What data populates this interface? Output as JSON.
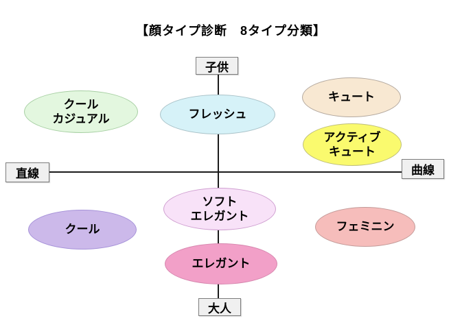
{
  "title": "【顔タイプ診断　8タイプ分類】",
  "axes": {
    "top": {
      "label": "子供"
    },
    "bottom": {
      "label": "大人"
    },
    "left": {
      "label": "直線"
    },
    "right": {
      "label": "曲線"
    }
  },
  "types": [
    {
      "id": "cool-casual",
      "label": "クール\nカジュアル",
      "fill": "#e3f7df",
      "border": "#a6cfa2"
    },
    {
      "id": "fresh",
      "label": "フレッシュ",
      "fill": "#d6f2f8",
      "border": "#a9c2c8"
    },
    {
      "id": "cute",
      "label": "キュート",
      "fill": "#f8e8d2",
      "border": "#b3a89e"
    },
    {
      "id": "active-cute",
      "label": "アクティブ\nキュート",
      "fill": "#fafa6e",
      "border": "#bdbd7a"
    },
    {
      "id": "soft-elegant",
      "label": "ソフト\nエレガント",
      "fill": "#f8e2f8",
      "border": "#cf9ed0"
    },
    {
      "id": "cool",
      "label": "クール",
      "fill": "#ccb9ea",
      "border": "#a591d8"
    },
    {
      "id": "feminine",
      "label": "フェミニン",
      "fill": "#f6bdbb",
      "border": "#c39a98"
    },
    {
      "id": "elegant",
      "label": "エレガント",
      "fill": "#f2a0c8",
      "border": "#d686ae"
    }
  ]
}
